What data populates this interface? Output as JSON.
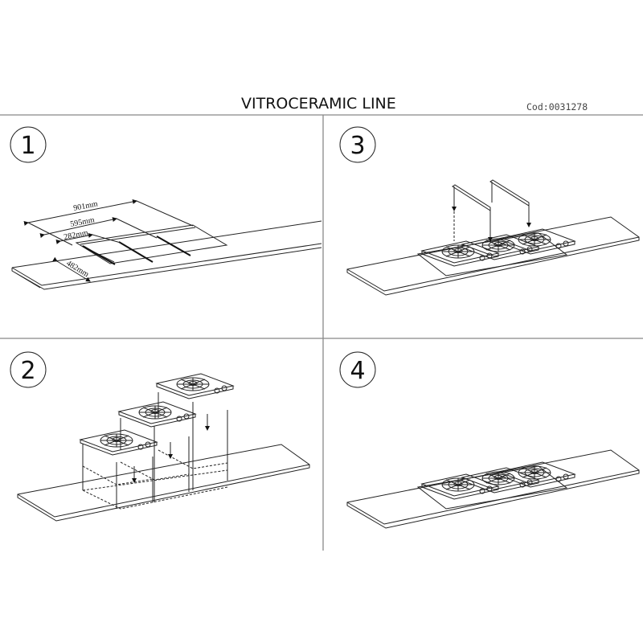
{
  "header": {
    "title": "VITROCERAMIC LINE",
    "code": "Cod:0031278"
  },
  "steps": [
    {
      "number": "1"
    },
    {
      "number": "3"
    },
    {
      "number": "2"
    },
    {
      "number": "4"
    }
  ],
  "dimensions": {
    "width_total": "901mm",
    "width_two": "595mm",
    "width_one": "282mm",
    "depth": "482mm"
  }
}
